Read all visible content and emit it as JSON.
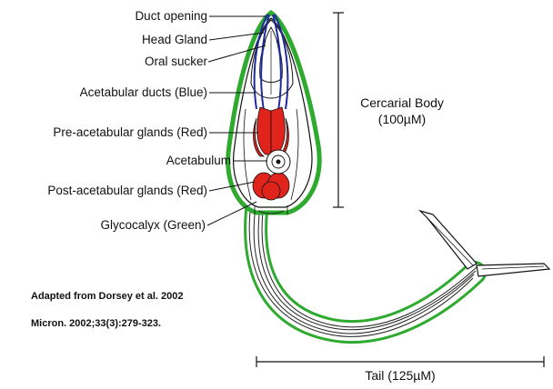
{
  "labels": {
    "duct_opening": "Duct opening",
    "head_gland": "Head Gland",
    "oral_sucker": "Oral sucker",
    "acetabular_ducts": "Acetabular ducts (Blue)",
    "pre_acetabular_glands": "Pre-acetabular glands  (Red)",
    "acetabulum": "Acetabulum",
    "post_acetabular_glands": "Post-acetabular glands (Red)",
    "glycocalyx": "Glycocalyx (Green)"
  },
  "body_scale": {
    "line1": "Cercarial Body",
    "line2": "(100µM)"
  },
  "tail_scale": {
    "label": "Tail   (125µM)"
  },
  "citation": {
    "line1": "Adapted from Dorsey et al. 2002",
    "line2": "Micron. 2002;33(3):279-323."
  },
  "colors": {
    "glycocalyx": "#2eaa2e",
    "ducts": "#1f2a9c",
    "glands": "#e0231b",
    "outline": "#111111"
  }
}
